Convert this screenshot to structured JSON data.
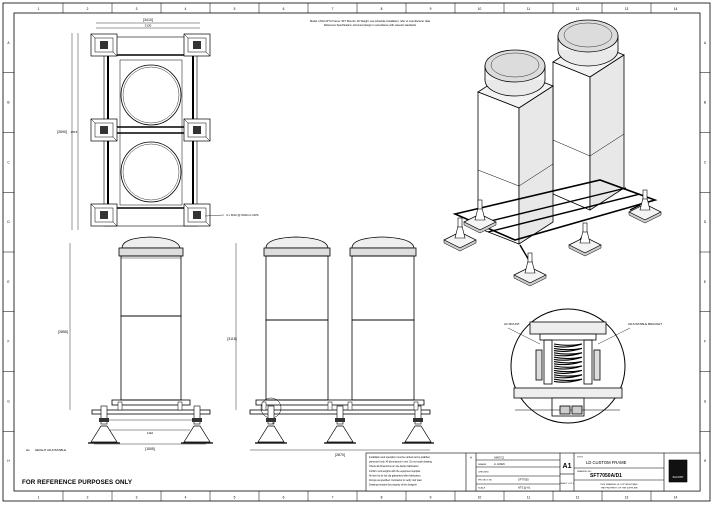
{
  "sheet": {
    "reference_note": "FOR REFERENCE PURPOSES ONLY",
    "header_note_line1": "Model: HVAC-RTU  Frame: SFT  Mounts: AV  Weight: see schedule  Installation: refer to manufacturer data",
    "header_note_line2": "Reference Specification: structural design in accordance with relevant standards",
    "grid_cols": [
      "1",
      "2",
      "3",
      "4",
      "5",
      "6",
      "7",
      "8",
      "9",
      "10",
      "11",
      "12",
      "13",
      "14"
    ],
    "grid_rows": [
      "A",
      "B",
      "C",
      "D",
      "E",
      "F",
      "G",
      "H"
    ]
  },
  "plan_view": {
    "dim_top": "[3410]",
    "dim_top2": "3130",
    "dim_left": "[2690]",
    "dim_left2": "2515",
    "note": "4 x M12 @ 600mm CRS"
  },
  "side_view": {
    "dim_height": "[2855]",
    "dim_base": "[1505]",
    "dim_inner": "1110",
    "height_note": "HEIGHT ADJUSTABLE",
    "height_tag": "Hs"
  },
  "front_view": {
    "dim_height": "[3115]",
    "dim_base": "[2870]"
  },
  "detail": {
    "label_left": "AV MOUNT",
    "label_right": "ADJUSTABLE BRACKET",
    "marker": "A"
  },
  "title_block": {
    "notes_lines": [
      "Installation and operation must be carried out by qualified",
      "personnel only. All dimensions in mm. Do not scale drawing.",
      "Check all dimensions on site before fabrication.",
      "Confirm unit weights with the equipment supplier.",
      "All steel to be hot dip galvanised after fabrication.",
      "Fixings as specified. Contractor to verify roof load.",
      "Drawing remains the property of the designer."
    ],
    "rev": "A",
    "rev_date": "04/07/12",
    "drawn_label": "DRAWN",
    "drawn_by": "A. HOEN",
    "checked_label": "CHECKED",
    "project_label": "PROJECT NO",
    "project_value": "SFT7050",
    "scale_label": "SCALE",
    "scale_value": "NTS @ A1",
    "sheet_label": "SHEET 1 OF 1",
    "size": "A1",
    "title_label": "TITLE",
    "title": "LD CUSTOM FRAME",
    "drawing_no_label": "DRAWING NO",
    "drawing_no": "SFT7050A/D1",
    "company_note": "THIS DRAWING IS COPYRIGHT AND",
    "company_note2": "THE PROPERTY OF THE SUPPLIER",
    "logo_text": "SILFORT"
  }
}
